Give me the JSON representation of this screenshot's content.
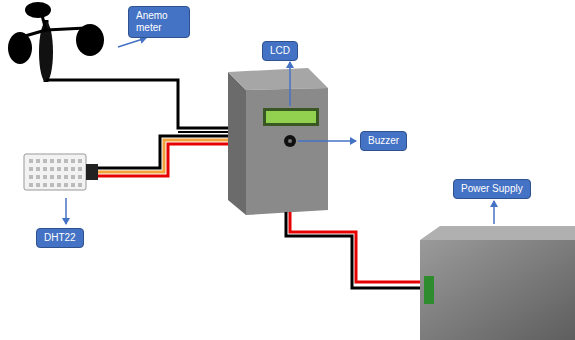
{
  "diagram": {
    "nodes": [
      {
        "text": [
          "Anemo meter"
        ]
      },
      {
        "text": [
          "LCD"
        ]
      },
      {
        "text": [
          "Buzzer"
        ]
      },
      {
        "text": [
          "DHT22"
        ]
      },
      {
        "text": [
          "Power Supply"
        ]
      }
    ]
  }
}
